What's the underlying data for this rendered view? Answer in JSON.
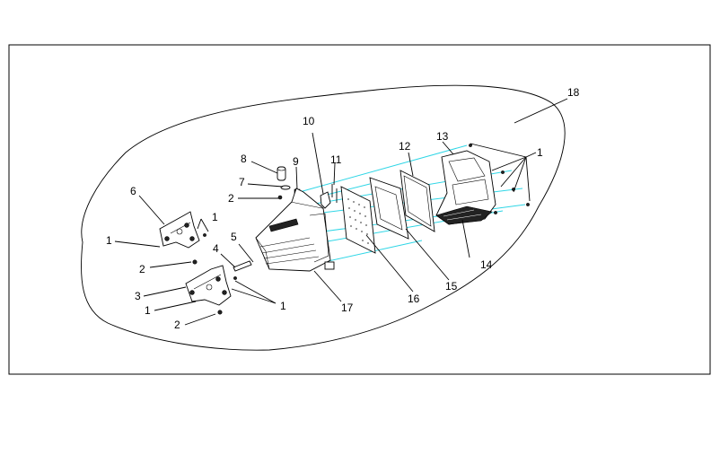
{
  "diagram": {
    "callouts": {
      "c1a": "1",
      "c1b": "1",
      "c1c": "1",
      "c1d": "1",
      "c1e": "1",
      "c2a": "2",
      "c2b": "2",
      "c2c": "2",
      "c3": "3",
      "c4": "4",
      "c5": "5",
      "c6": "6",
      "c7": "7",
      "c8": "8",
      "c9": "9",
      "c10": "10",
      "c11": "11",
      "c12": "12",
      "c13": "13",
      "c14": "14",
      "c15": "15",
      "c16": "16",
      "c17": "17",
      "c18": "18"
    }
  }
}
